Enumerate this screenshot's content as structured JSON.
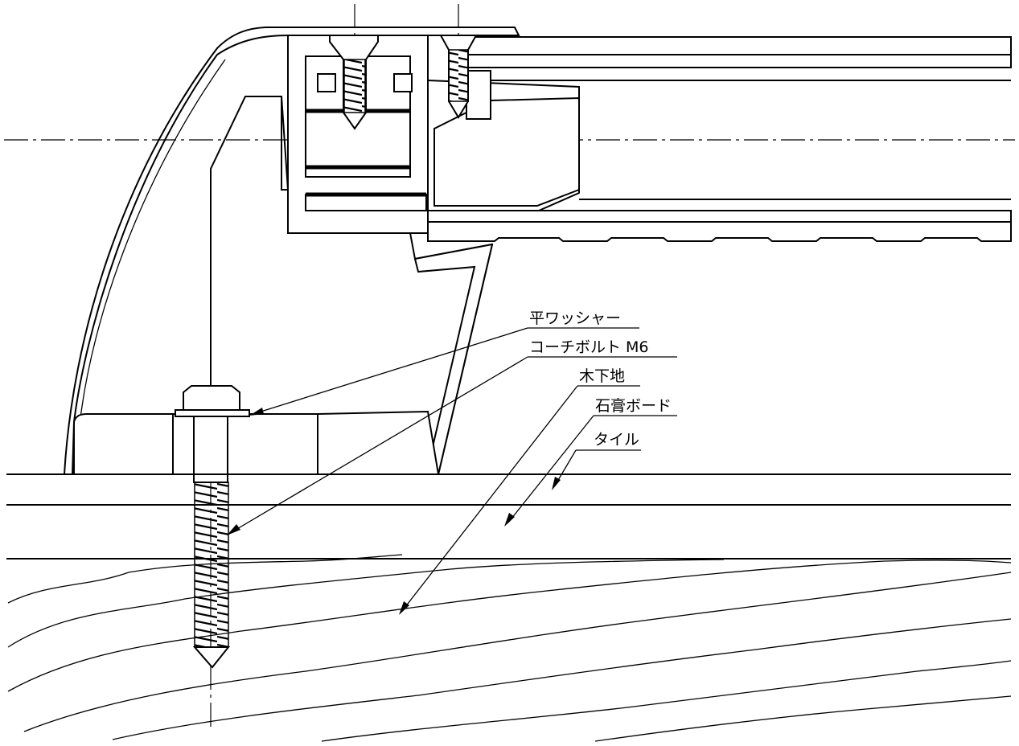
{
  "labels": {
    "flat_washer": "平ワッシャー",
    "coach_bolt": "コーチボルト M6",
    "wood_base": "木下地",
    "gypsum_board": "石膏ボード",
    "tile": "タイル"
  }
}
